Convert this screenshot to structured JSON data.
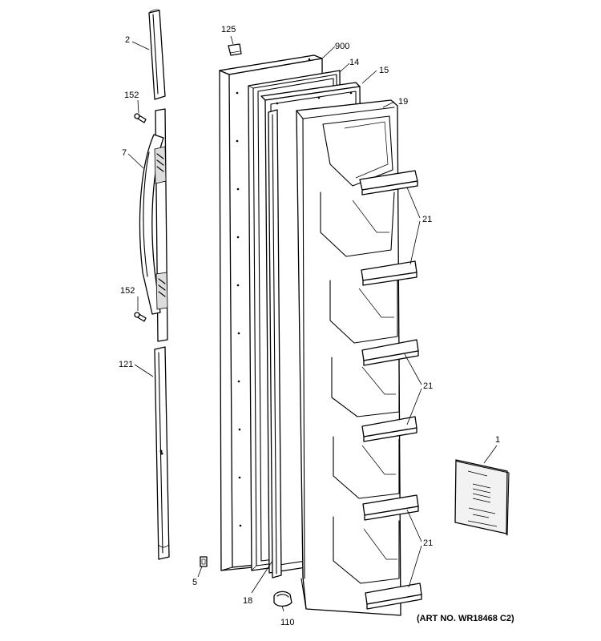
{
  "diagram": {
    "art_number": "(ART NO. WR18468 C2)",
    "callouts": {
      "c2": "2",
      "c152a": "152",
      "c7": "7",
      "c152b": "152",
      "c121": "121",
      "c5": "5",
      "c125": "125",
      "c900": "900",
      "c14": "14",
      "c15": "15",
      "c19": "19",
      "c21a": "21",
      "c21b": "21",
      "c21c": "21",
      "c18": "18",
      "c110": "110",
      "c1": "1"
    }
  }
}
